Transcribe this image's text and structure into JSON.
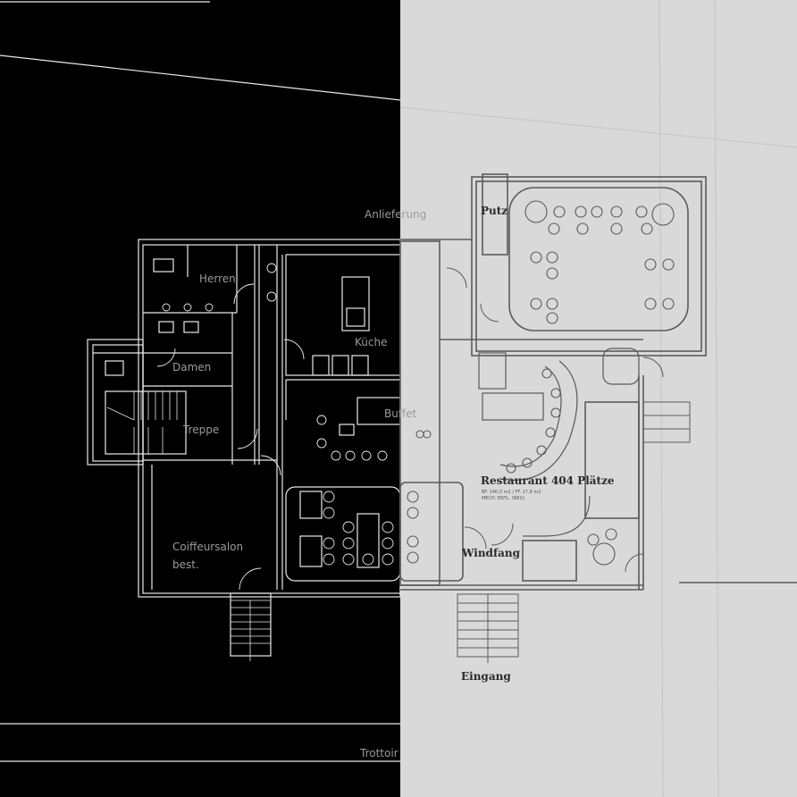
{
  "colors": {
    "cad_background": "#000000",
    "cad_lines": "#e8e8e8",
    "cad_labels": "#9a9a9a",
    "scan_paper": "#d9d9d9",
    "scan_lines": "#5a5a5a",
    "scan_labels": "#2a2a2a"
  },
  "labels": {
    "herren": "Herren",
    "kueche": "Küche",
    "damen": "Damen",
    "treppe": "Treppe",
    "buffet": "Buffet",
    "coiffeur_line1": "Coiffeursalon",
    "coiffeur_line2": "best.",
    "trottoir": "Trottoir",
    "anlieferung": "Anlieferung",
    "putz": "Putz",
    "restaurant": "Restaurant  404 Plätze",
    "restaurant_sub1": "BF. 140,0 m2 / FF. 17,8 m2",
    "restaurant_sub2": "MECH. ENTL. (NEU)",
    "windfang": "Windfang",
    "eingang": "Eingang"
  }
}
